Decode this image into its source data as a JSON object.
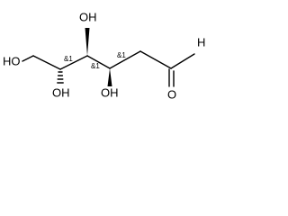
{
  "structure": {
    "atoms": {
      "ho_terminal": "HO",
      "oh_c4_top": "OH",
      "oh_c5_bottom": "OH",
      "oh_c3_bottom": "OH",
      "aldehyde_o": "O",
      "aldehyde_h": "H"
    },
    "stereo_marks": {
      "c5": "&1",
      "c4": "&1",
      "c3": "&1"
    }
  }
}
